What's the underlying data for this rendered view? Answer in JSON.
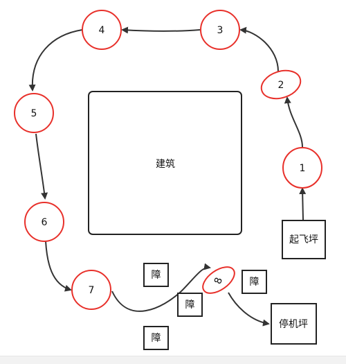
{
  "colors": {
    "node_stroke": "#e8302a",
    "box_stroke": "#222222",
    "arrow": "#333333"
  },
  "building": {
    "label": "建筑"
  },
  "takeoff_pad": {
    "label": "起飞坪"
  },
  "parking_pad": {
    "label": "停机坪"
  },
  "obstacles": [
    {
      "label": "障"
    },
    {
      "label": "障"
    },
    {
      "label": "障"
    },
    {
      "label": "障"
    }
  ],
  "nodes": [
    {
      "label": "1"
    },
    {
      "label": "2"
    },
    {
      "label": "3"
    },
    {
      "label": "4"
    },
    {
      "label": "5"
    },
    {
      "label": "6"
    },
    {
      "label": "7"
    },
    {
      "label": "8"
    }
  ]
}
